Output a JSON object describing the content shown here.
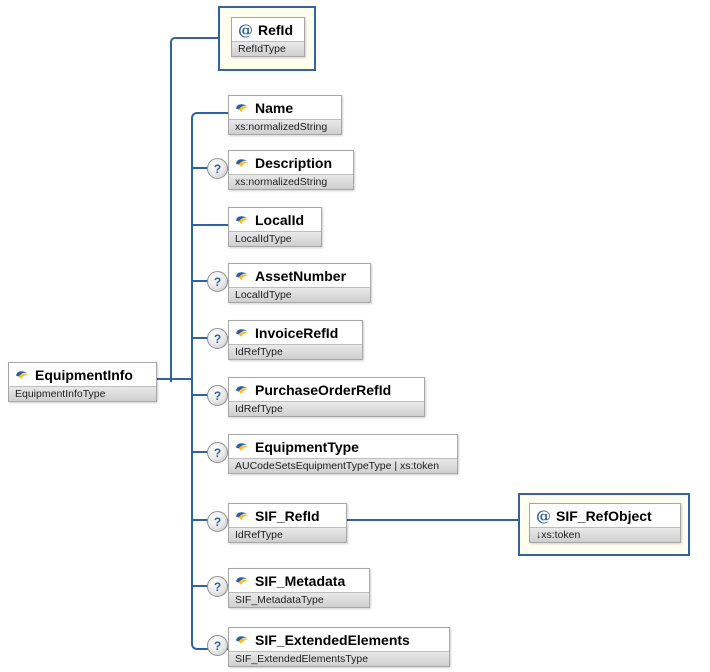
{
  "diagram": {
    "root": {
      "name": "EquipmentInfo",
      "type": "EquipmentInfoType"
    },
    "attributes": [
      {
        "at": "@",
        "name": "RefId",
        "type": "RefIdType"
      },
      {
        "at": "@",
        "name": "SIF_RefObject",
        "type": "↓xs:token"
      }
    ],
    "children": [
      {
        "name": "Name",
        "type": "xs:normalizedString",
        "optional": false
      },
      {
        "name": "Description",
        "type": "xs:normalizedString",
        "optional": true
      },
      {
        "name": "LocalId",
        "type": "LocalIdType",
        "optional": false
      },
      {
        "name": "AssetNumber",
        "type": "LocalIdType",
        "optional": true
      },
      {
        "name": "InvoiceRefId",
        "type": "IdRefType",
        "optional": true
      },
      {
        "name": "PurchaseOrderRefId",
        "type": "IdRefType",
        "optional": true
      },
      {
        "name": "EquipmentType",
        "type": "AUCodeSetsEquipmentTypeType | xs:token",
        "optional": true
      },
      {
        "name": "SIF_RefId",
        "type": "IdRefType",
        "optional": true
      },
      {
        "name": "SIF_Metadata",
        "type": "SIF_MetadataType",
        "optional": true
      },
      {
        "name": "SIF_ExtendedElements",
        "type": "SIF_ExtendedElementsType",
        "optional": true
      }
    ],
    "optional_marker": "?",
    "colors": {
      "line": "#31639C",
      "attribute_container_fill": "#FFFFF0",
      "box_border": "#A6A6A6",
      "at_symbol": "#31639C"
    }
  }
}
